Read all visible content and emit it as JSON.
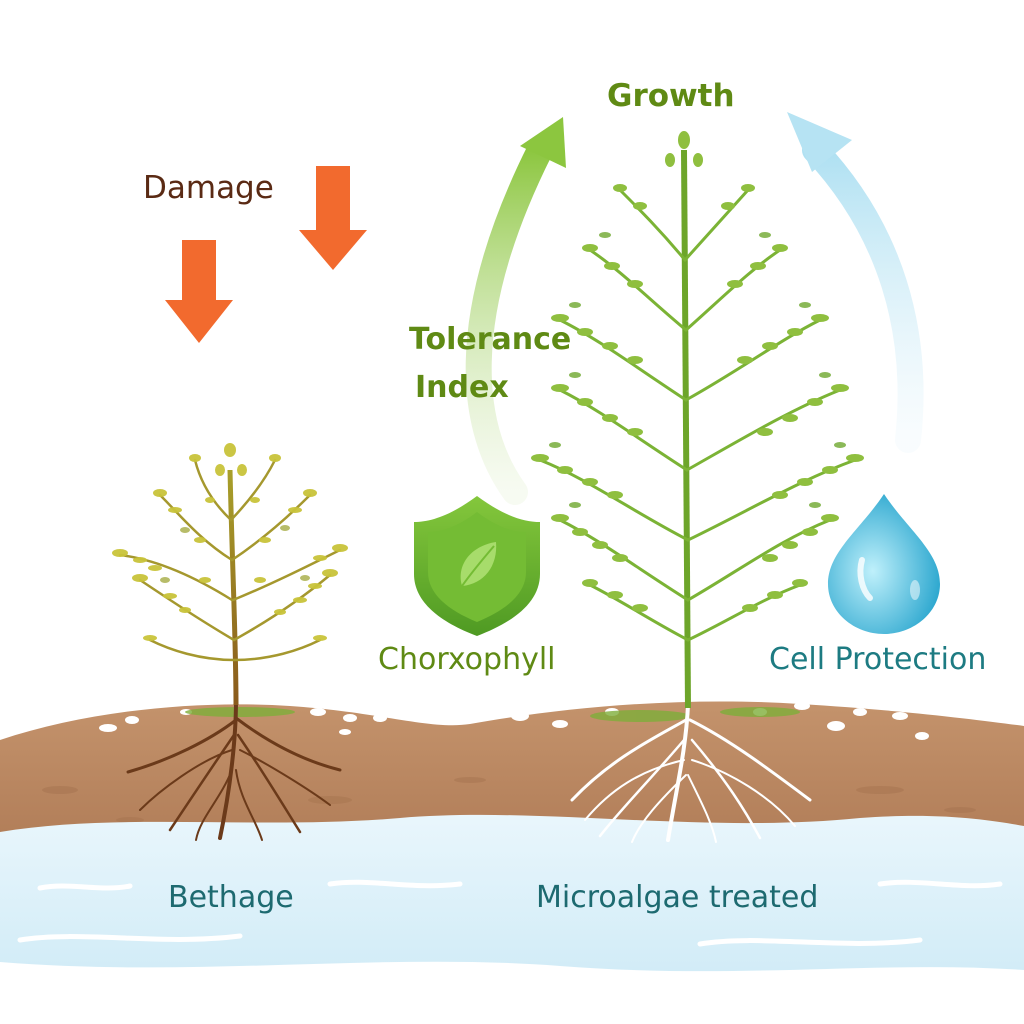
{
  "labels": {
    "damage": "Damage",
    "growth": "Growth",
    "tolerance_line1": "Tolerance",
    "tolerance_line2": "Index",
    "chlorophyll": "Chorxophyll",
    "cell_protection": "Cell Protection",
    "left_condition": "Bethage",
    "right_condition": "Microalgae treated"
  },
  "icons": {
    "damage_arrows": "arrow-down-icon",
    "growth_arrow": "curved-arrow-up-icon",
    "chlorophyll": "leaf-shield-icon",
    "cell_protection": "water-drop-icon"
  },
  "colors": {
    "damage_arrow": "#f26a2e",
    "growth_arrow": "#8cc63f",
    "protection_arrow": "#bfe6f4",
    "shield": "#6bb52e",
    "drop": "#42b8d8",
    "soil": "#b9855f",
    "water": "#dff1fa",
    "stressed_foliage": "#c9c43a",
    "healthy_foliage": "#8fbf3f"
  }
}
